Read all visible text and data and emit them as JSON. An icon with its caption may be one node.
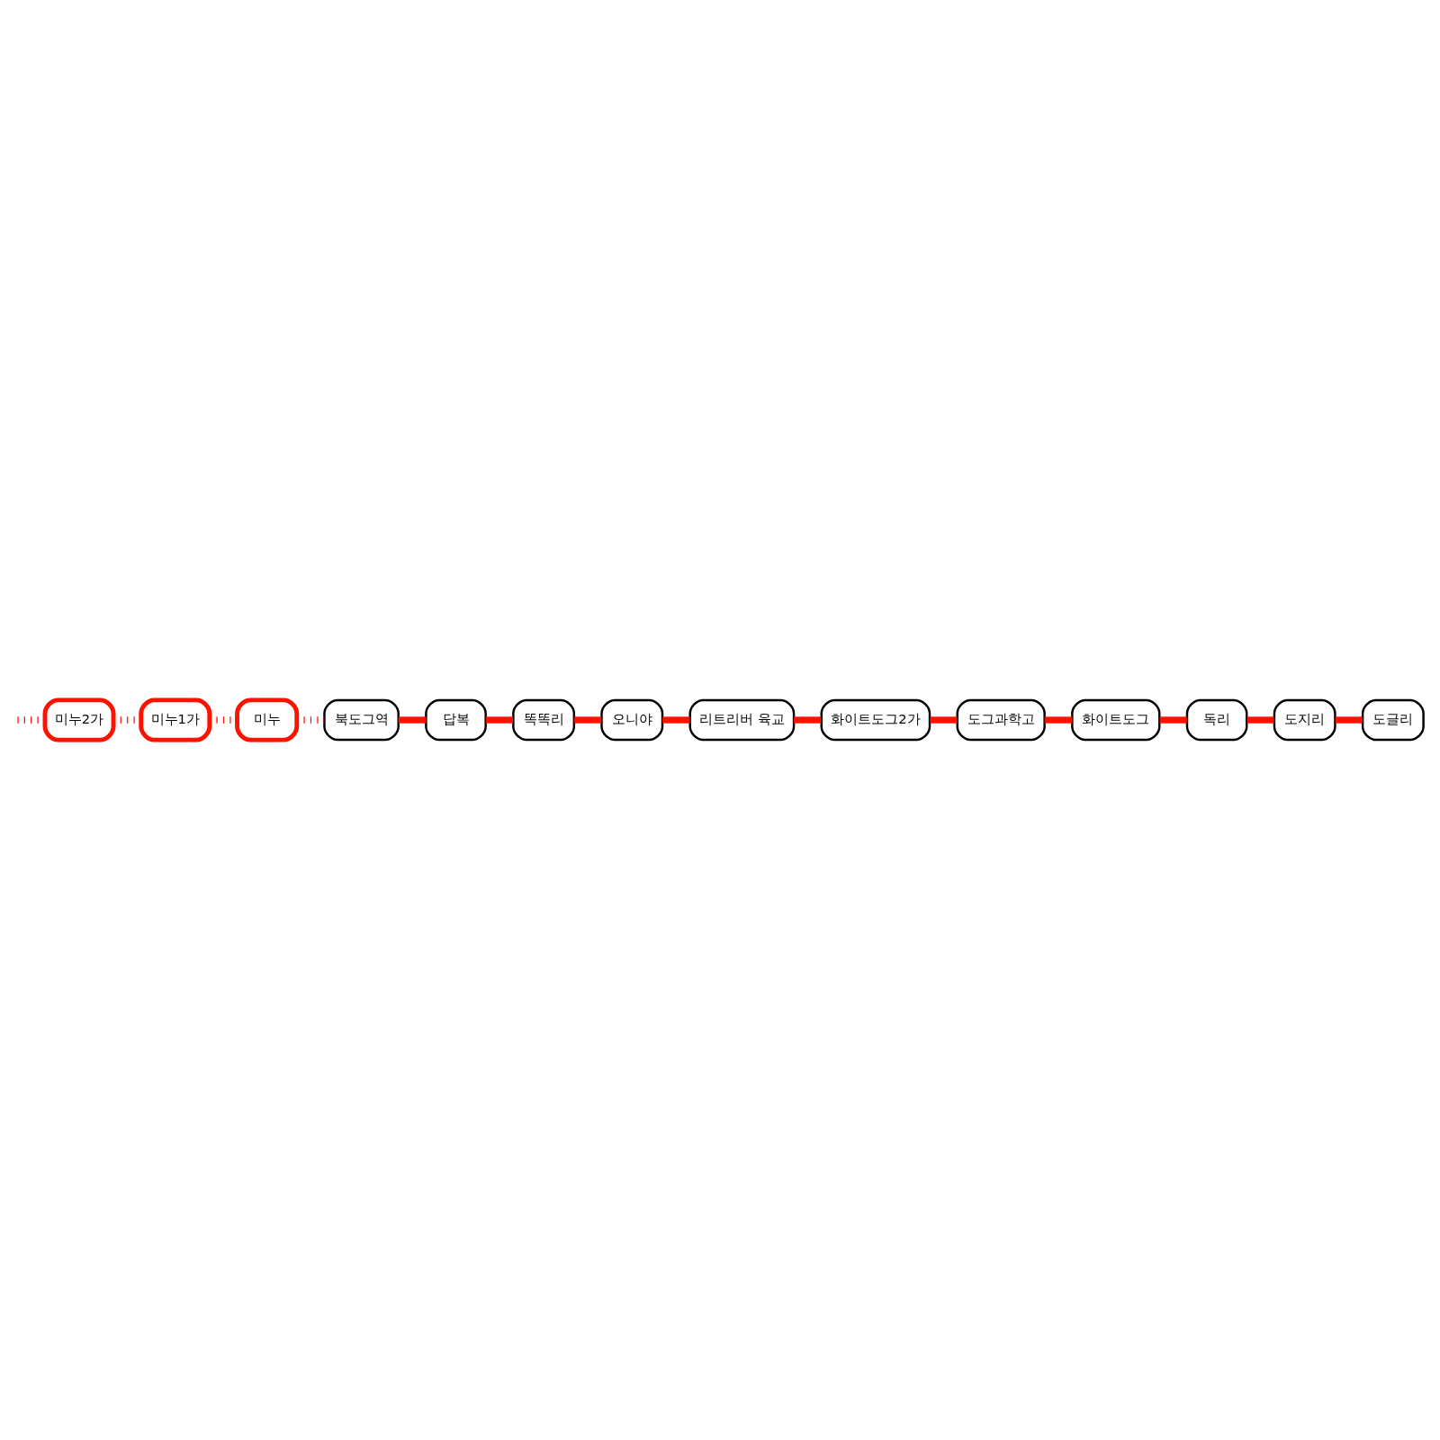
{
  "diagram": {
    "nodes": [
      {
        "text": [
          "미누2가"
        ]
      },
      {
        "text": [
          "미누1가"
        ]
      },
      {
        "text": [
          "미누"
        ]
      },
      {
        "text": [
          "북도그역"
        ]
      },
      {
        "text": [
          "답복"
        ]
      },
      {
        "text": [
          "똑똑리"
        ]
      },
      {
        "text": [
          "오니야"
        ]
      },
      {
        "text": [
          "리트리버 육교"
        ]
      },
      {
        "text": [
          "화이트도그2가"
        ]
      },
      {
        "text": [
          "도그과학고"
        ]
      },
      {
        "text": [
          "화이트도그"
        ]
      },
      {
        "text": [
          "독리"
        ]
      },
      {
        "text": [
          "도지리"
        ]
      },
      {
        "text": [
          "도글리"
        ]
      }
    ],
    "edges": [
      {
        "from": null,
        "to": 0,
        "arrow": "none",
        "style": "dashed"
      },
      {
        "from": 0,
        "to": 1,
        "arrow": "none",
        "style": "dashed"
      },
      {
        "from": 1,
        "to": 2,
        "arrow": "none",
        "style": "dashed"
      },
      {
        "from": 2,
        "to": 3,
        "arrow": "none",
        "style": "dashed"
      },
      {
        "from": 3,
        "to": 4,
        "arrow": "none"
      },
      {
        "from": 4,
        "to": 5,
        "arrow": "none"
      },
      {
        "from": 5,
        "to": 6,
        "arrow": "none"
      },
      {
        "from": 6,
        "to": 7,
        "arrow": "none"
      },
      {
        "from": 7,
        "to": 8,
        "arrow": "none"
      },
      {
        "from": 8,
        "to": 9,
        "arrow": "none"
      },
      {
        "from": 9,
        "to": 10,
        "arrow": "none"
      },
      {
        "from": 10,
        "to": 11,
        "arrow": "none"
      },
      {
        "from": 11,
        "to": 12,
        "arrow": "none"
      },
      {
        "from": 12,
        "to": 13,
        "arrow": "none"
      }
    ]
  }
}
